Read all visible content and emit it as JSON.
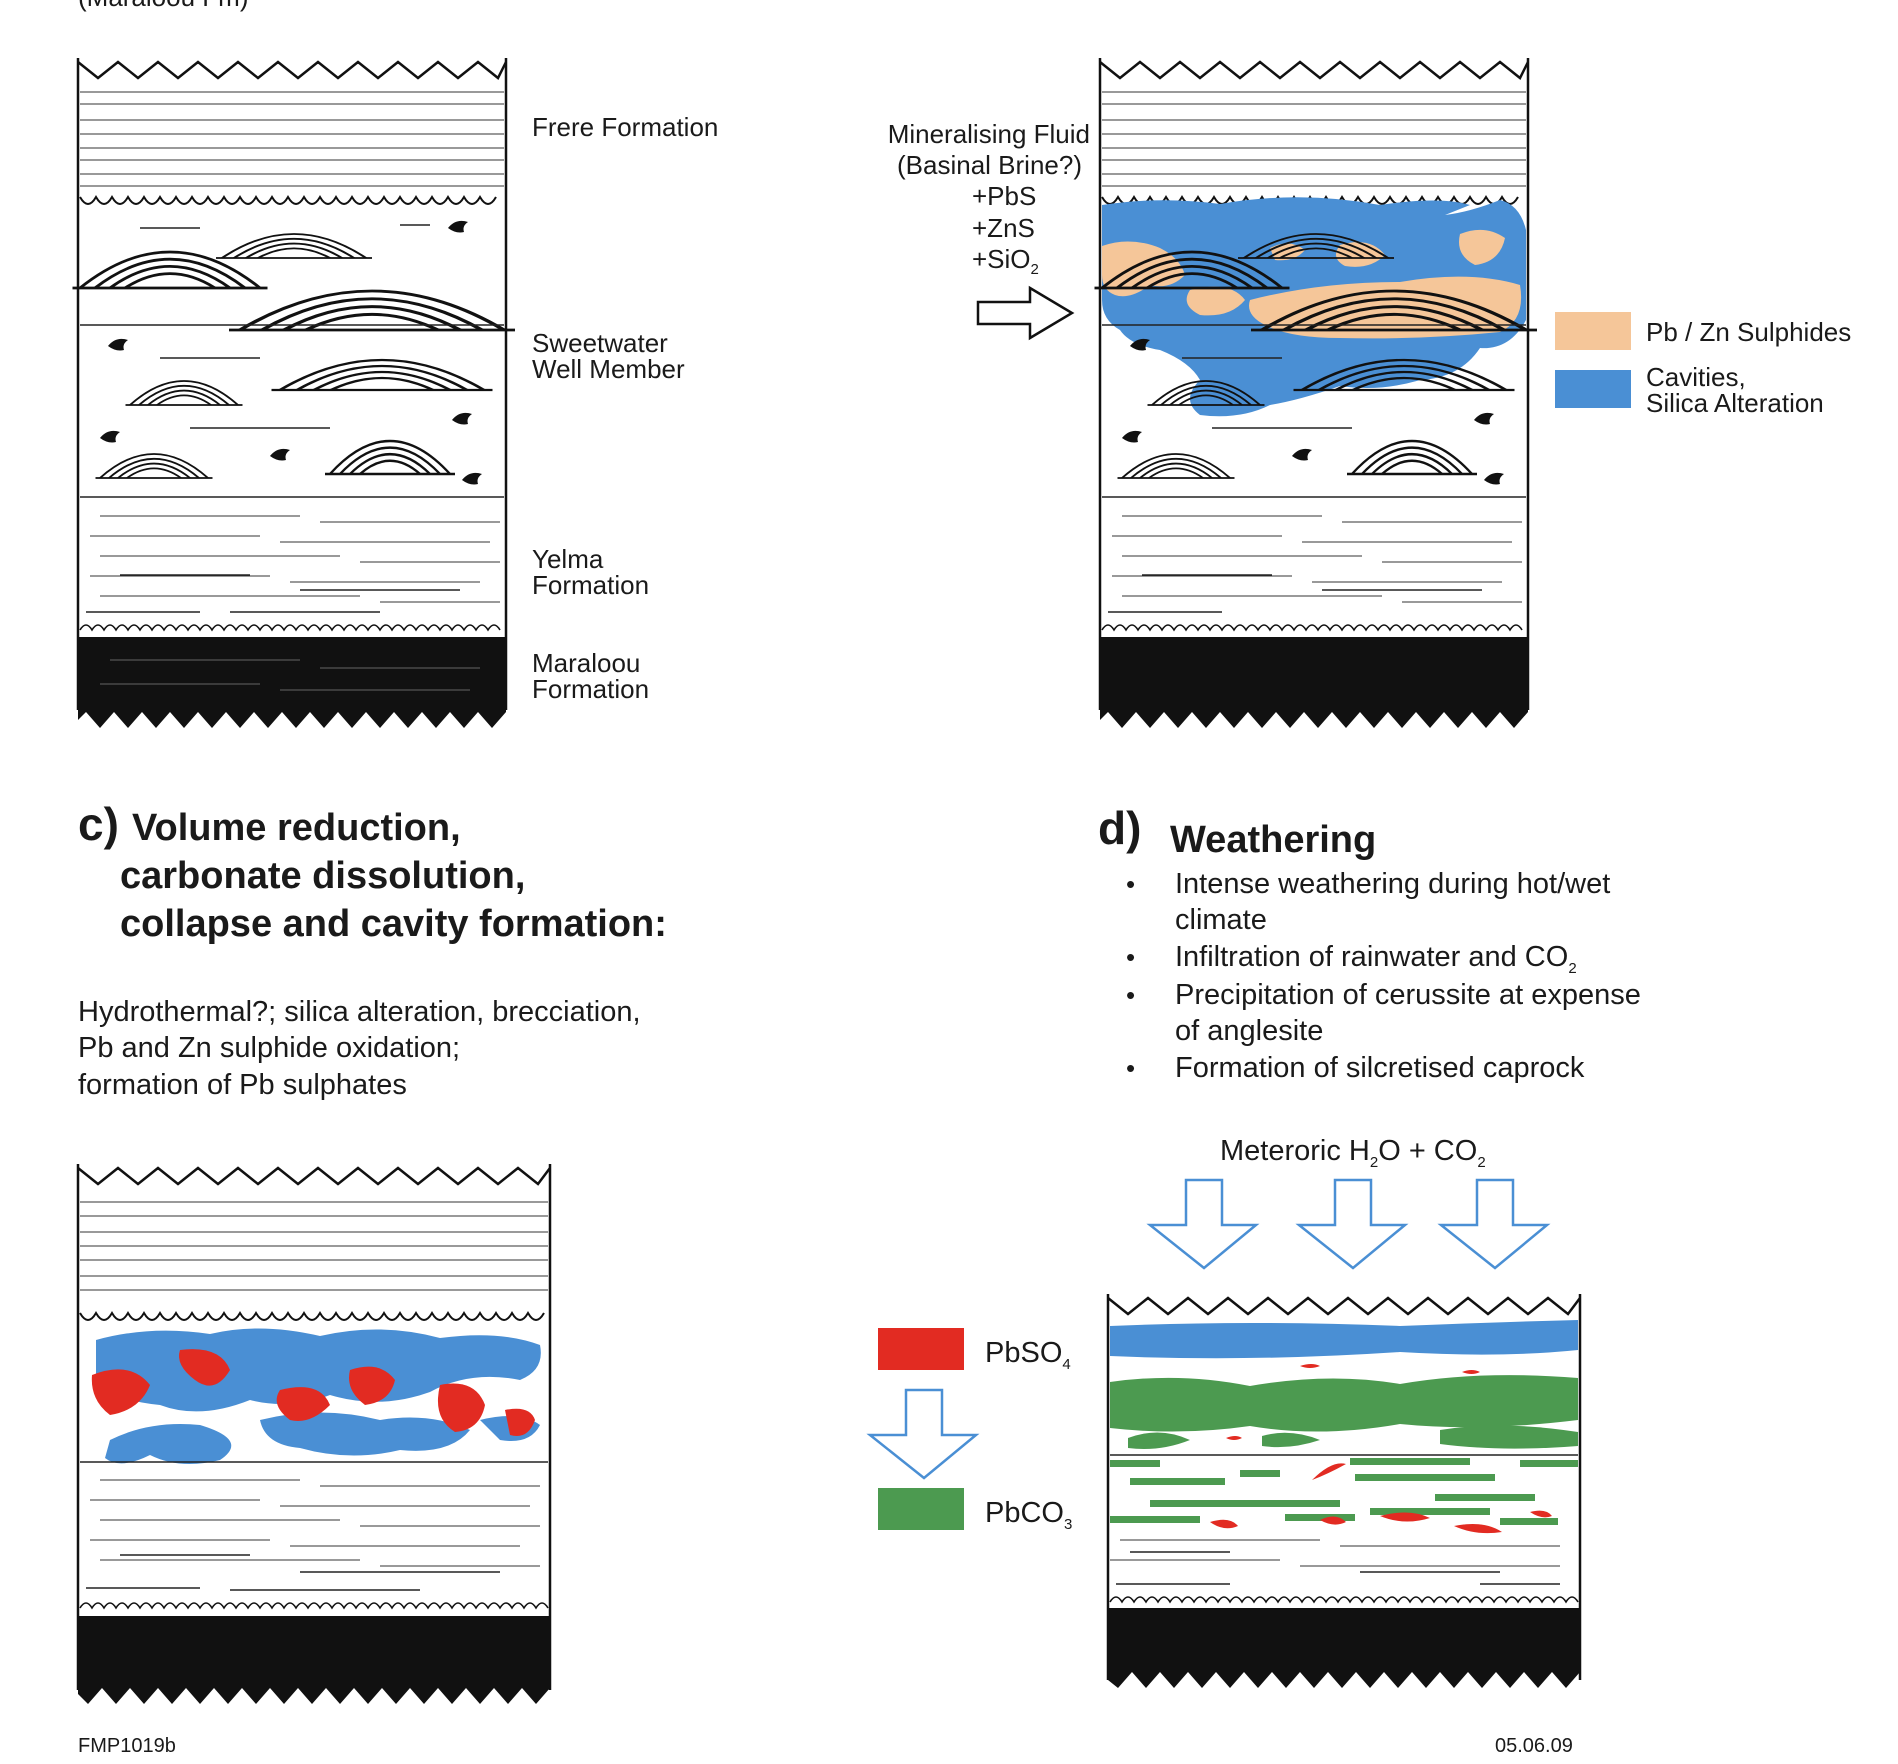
{
  "top_caption": "(Maraloou Fm)",
  "panel_a": {
    "labels": {
      "frere": "Frere Formation",
      "sweetwater_1": "Sweetwater",
      "sweetwater_2": "Well Member",
      "yelma_1": "Yelma",
      "yelma_2": "Formation",
      "maraloou_1": "Maraloou",
      "maraloou_2": "Formation"
    }
  },
  "panel_b": {
    "fluid_lines": [
      "Mineralising Fluid",
      "(Basinal Brine?)",
      "+PbS",
      "+ZnS",
      "+SiO"
    ],
    "sio2_sub": "2",
    "legend": [
      {
        "label": "Pb / Zn Sulphides",
        "color": "#f5c699"
      },
      {
        "label_1": "Cavities,",
        "label_2": "Silica Alteration",
        "color": "#4a8fd4"
      }
    ]
  },
  "panel_c": {
    "letter": "c)",
    "heading": [
      "Volume reduction,",
      "carbonate dissolution,",
      "collapse and cavity formation:"
    ],
    "body": [
      "Hydrothermal?; silica alteration, brecciation,",
      "Pb and Zn sulphide oxidation;",
      "formation of Pb sulphates"
    ]
  },
  "panel_d": {
    "letter": "d)",
    "heading": "Weathering",
    "bullets": [
      [
        "Intense weathering during hot/wet",
        "climate"
      ],
      [
        "Infiltration of rainwater and CO"
      ],
      [
        "Precipitation of cerussite at expense",
        "of anglesite"
      ],
      [
        "Formation of silcretised caprock"
      ]
    ],
    "co2_sub": "2",
    "meteoric": {
      "part1": "Meteroric H",
      "sub1": "2",
      "part2": "O + CO",
      "sub2": "2"
    },
    "legend": [
      {
        "label": "PbSO",
        "sub": "4",
        "color": "#e22b22"
      },
      {
        "label": "PbCO",
        "sub": "3",
        "color": "#4c9a50"
      }
    ],
    "blue": "#4a8fd4"
  },
  "footer": {
    "code": "FMP1019b",
    "date": "05.06.09"
  }
}
